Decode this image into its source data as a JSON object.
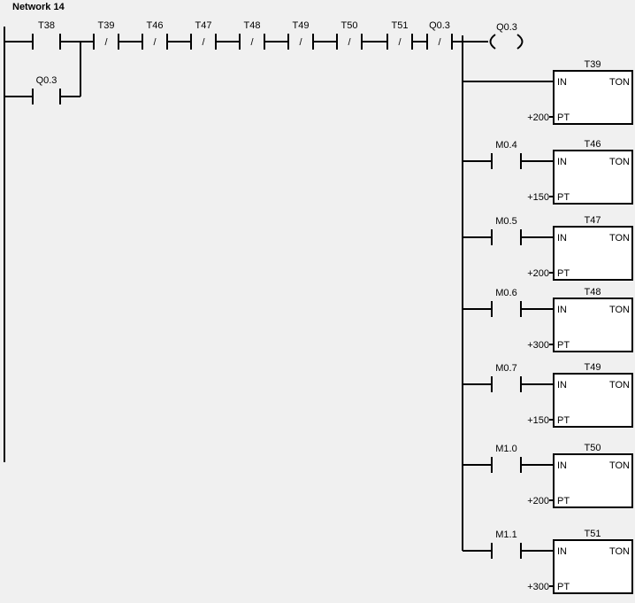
{
  "network_title": "Network 14",
  "series_contacts": [
    {
      "label": "T38",
      "type": "NO"
    },
    {
      "label": "T39",
      "type": "NC"
    },
    {
      "label": "T46",
      "type": "NC"
    },
    {
      "label": "T47",
      "type": "NC"
    },
    {
      "label": "T48",
      "type": "NC"
    },
    {
      "label": "T49",
      "type": "NC"
    },
    {
      "label": "T50",
      "type": "NC"
    },
    {
      "label": "T51",
      "type": "NC"
    },
    {
      "label": "Q0.3",
      "type": "NC"
    }
  ],
  "seal_in_contact": {
    "label": "Q0.3",
    "type": "NO"
  },
  "output_coil": {
    "label": "Q0.3"
  },
  "nc_symbol": "/",
  "timers": [
    {
      "name": "T39",
      "enable_contact": "",
      "in_label": "IN",
      "type_label": "TON",
      "pt_label": "PT",
      "preset": "+200"
    },
    {
      "name": "T46",
      "enable_contact": "M0.4",
      "in_label": "IN",
      "type_label": "TON",
      "pt_label": "PT",
      "preset": "+150"
    },
    {
      "name": "T47",
      "enable_contact": "M0.5",
      "in_label": "IN",
      "type_label": "TON",
      "pt_label": "PT",
      "preset": "+200"
    },
    {
      "name": "T48",
      "enable_contact": "M0.6",
      "in_label": "IN",
      "type_label": "TON",
      "pt_label": "PT",
      "preset": "+300"
    },
    {
      "name": "T49",
      "enable_contact": "M0.7",
      "in_label": "IN",
      "type_label": "TON",
      "pt_label": "PT",
      "preset": "+150"
    },
    {
      "name": "T50",
      "enable_contact": "M1.0",
      "in_label": "IN",
      "type_label": "TON",
      "pt_label": "PT",
      "preset": "+200"
    },
    {
      "name": "T51",
      "enable_contact": "M1.1",
      "in_label": "IN",
      "type_label": "TON",
      "pt_label": "PT",
      "preset": "+300"
    }
  ]
}
